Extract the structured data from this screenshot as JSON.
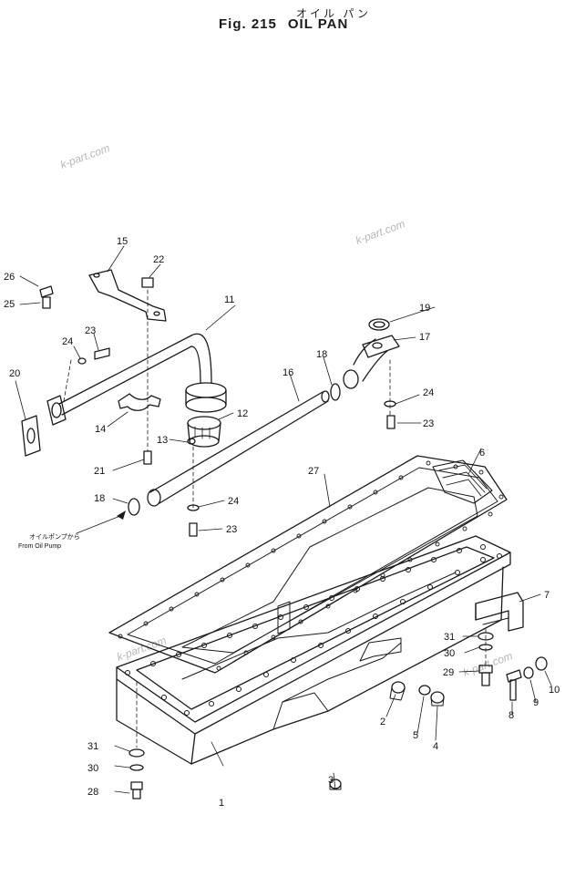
{
  "title_jp": "オイル パン",
  "title_fig": "Fig. 215",
  "title_en": "OIL PAN",
  "note_jp": "オイルポンプから",
  "note_en": "From Oil Pump",
  "watermark": "k-part.com",
  "labels": [
    "1",
    "2",
    "3",
    "4",
    "5",
    "6",
    "7",
    "8",
    "9",
    "10",
    "11",
    "12",
    "13",
    "14",
    "15",
    "16",
    "17",
    "18",
    "18",
    "19",
    "20",
    "21",
    "22",
    "23",
    "23",
    "23",
    "24",
    "24",
    "24",
    "25",
    "26",
    "27",
    "28",
    "29",
    "30",
    "30",
    "31",
    "31"
  ]
}
